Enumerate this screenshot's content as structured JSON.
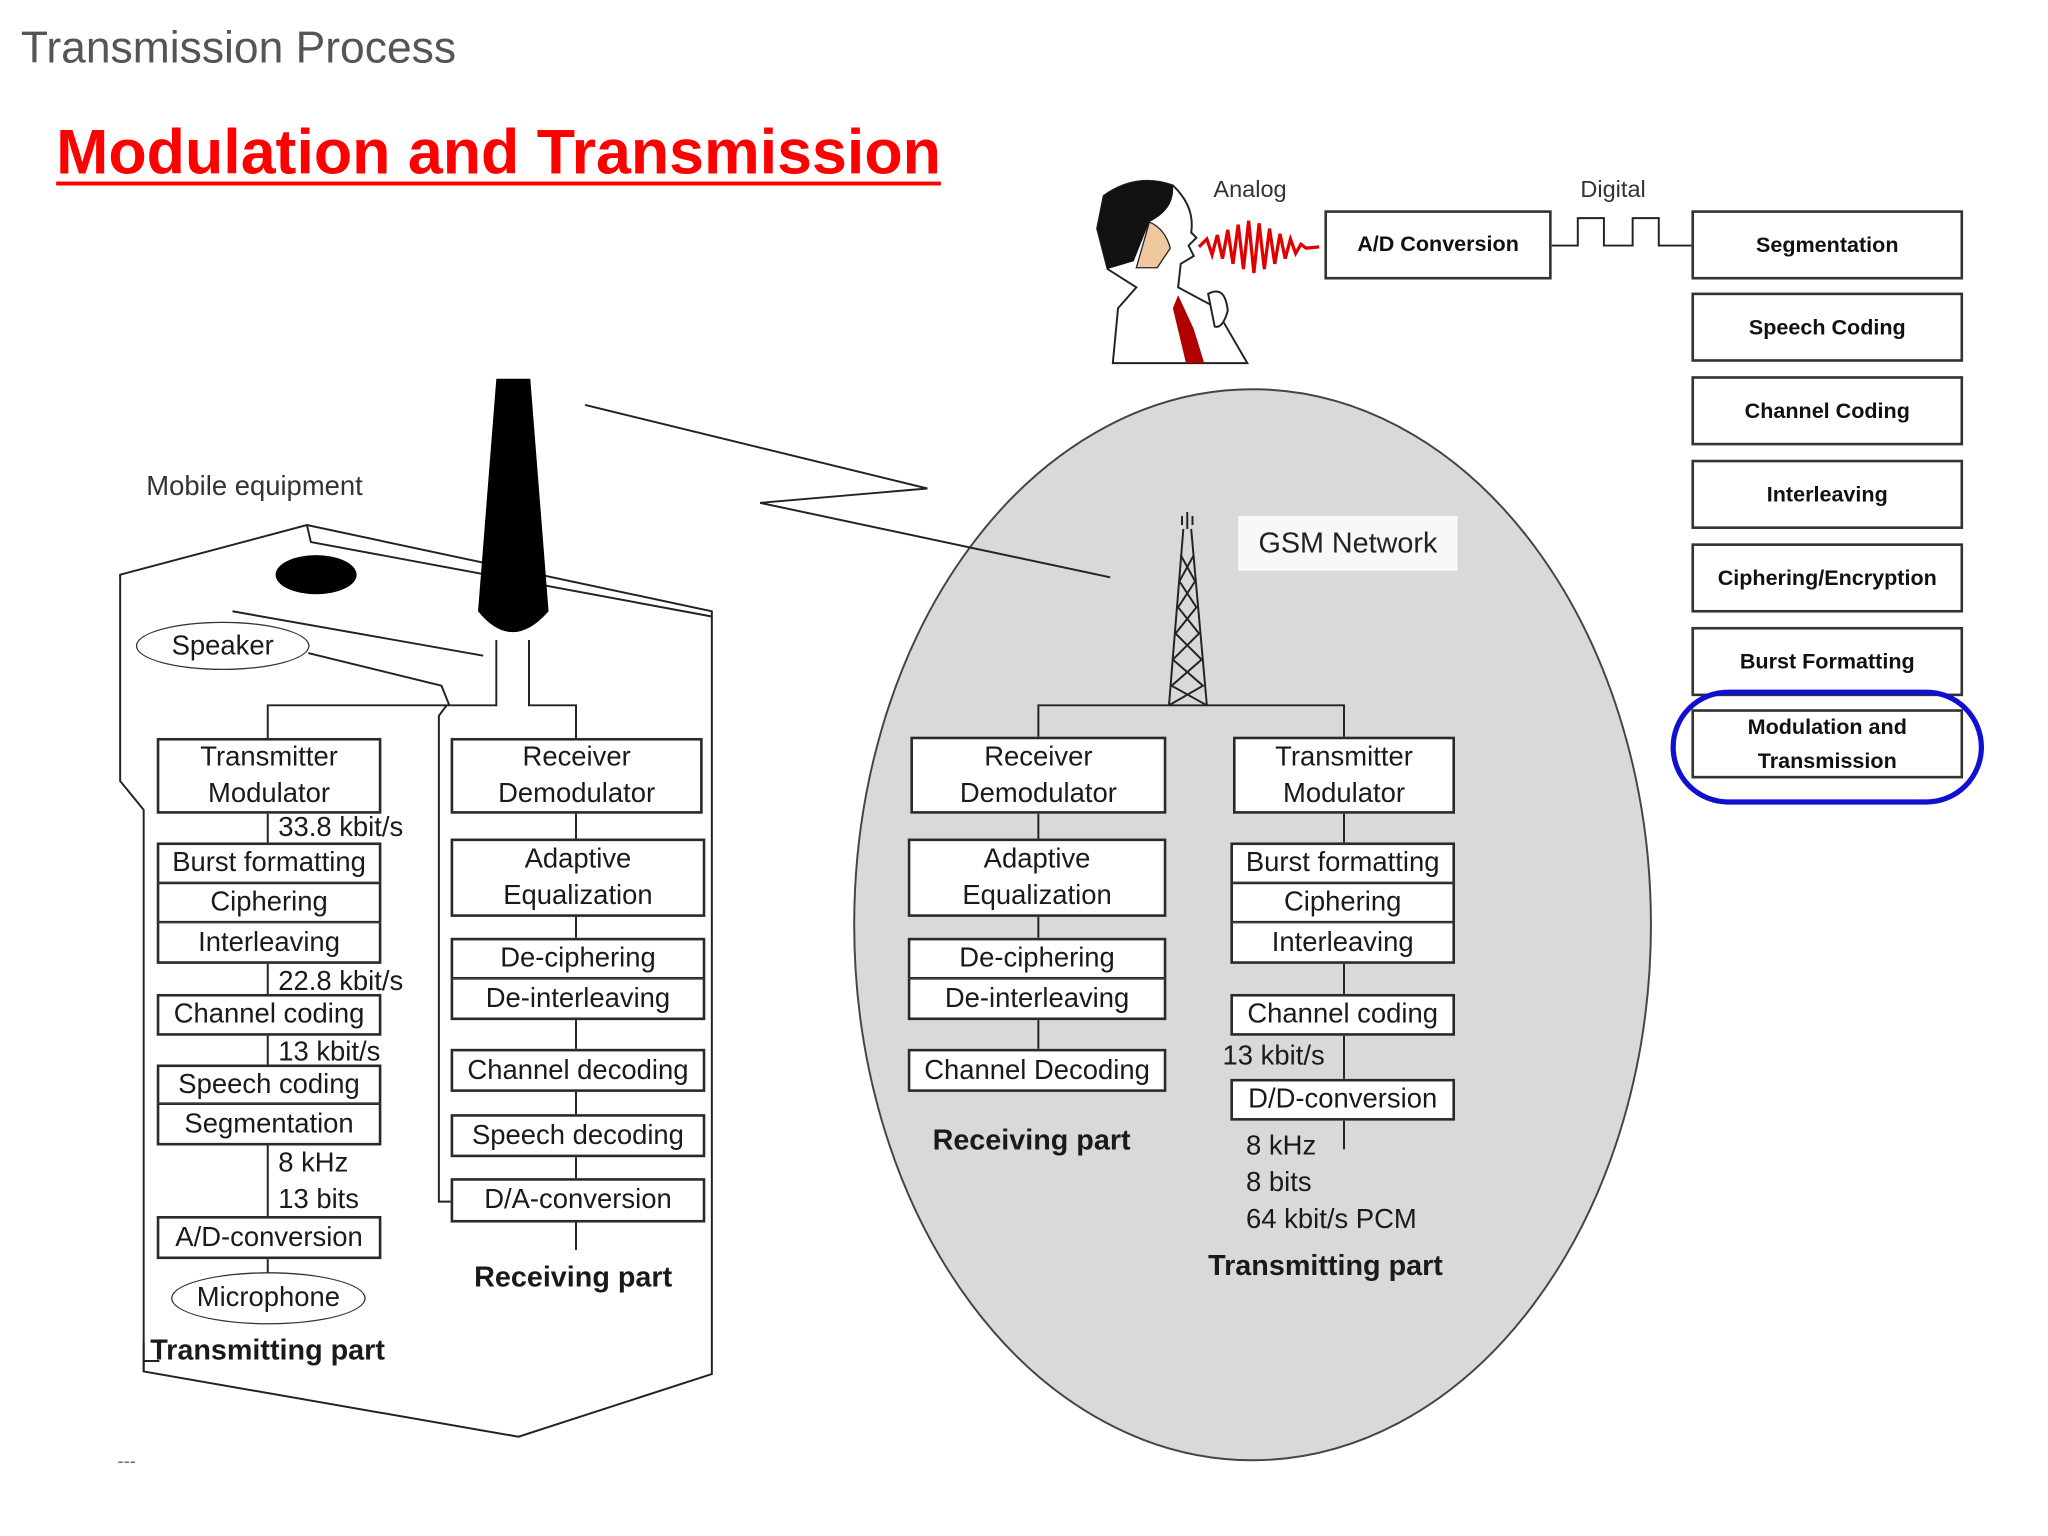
{
  "slide": {
    "header": "Transmission Process",
    "title": "Modulation and Transmission",
    "footer": "---"
  },
  "colors": {
    "title": "#ff0000",
    "highlight_ring": "#1010d0",
    "network_ellipse": "#d9d9d9",
    "waveform": "#e00000"
  },
  "top_flow": {
    "analog_label": "Analog",
    "digital_label": "Digital",
    "ad_conversion": "A/D Conversion"
  },
  "steps": [
    {
      "label": "Segmentation"
    },
    {
      "label": "Speech Coding"
    },
    {
      "label": "Channel Coding"
    },
    {
      "label": "Interleaving"
    },
    {
      "label": "Ciphering/Encryption"
    },
    {
      "label": "Burst Formatting"
    },
    {
      "label": "Modulation and\nTransmission",
      "highlighted": true
    }
  ],
  "mobile": {
    "label": "Mobile equipment",
    "speaker": "Speaker",
    "microphone": "Microphone",
    "transmit": {
      "modulator": "Transmitter\nModulator",
      "rate_1": "33.8 kbit/s",
      "burst": "Burst formatting",
      "ciphering": "Ciphering",
      "interleaving": "Interleaving",
      "rate_2": "22.8 kbit/s",
      "channel_coding": "Channel coding",
      "rate_3": "13 kbit/s",
      "speech_coding": "Speech coding",
      "segmentation": "Segmentation",
      "sample_rate": "8 kHz",
      "sample_bits": "13 bits",
      "ad_conversion": "A/D-conversion",
      "caption": "Transmitting part"
    },
    "receive": {
      "demodulator": "Receiver\nDemodulator",
      "equalization": "Adaptive\nEqualization",
      "deciphering": "De-ciphering",
      "deinterleaving": "De-interleaving",
      "channel_decoding": "Channel decoding",
      "speech_decoding": "Speech decoding",
      "da_conversion": "D/A-conversion",
      "caption": "Receiving part"
    }
  },
  "network": {
    "label": "GSM Network",
    "receive": {
      "demodulator": "Receiver\nDemodulator",
      "equalization": "Adaptive\nEqualization",
      "deciphering": "De-ciphering",
      "deinterleaving": "De-interleaving",
      "channel_decoding": "Channel Decoding",
      "caption": "Receiving part"
    },
    "transmit": {
      "modulator": "Transmitter\nModulator",
      "burst": "Burst formatting",
      "ciphering": "Ciphering",
      "interleaving": "Interleaving",
      "channel_coding": "Channel coding",
      "rate": "13 kbit/s",
      "dd_conversion": "D/D-conversion",
      "sample_rate": "8 kHz",
      "sample_bits": "8 bits",
      "pcm_rate": "64 kbit/s PCM",
      "caption": "Transmitting part"
    }
  }
}
